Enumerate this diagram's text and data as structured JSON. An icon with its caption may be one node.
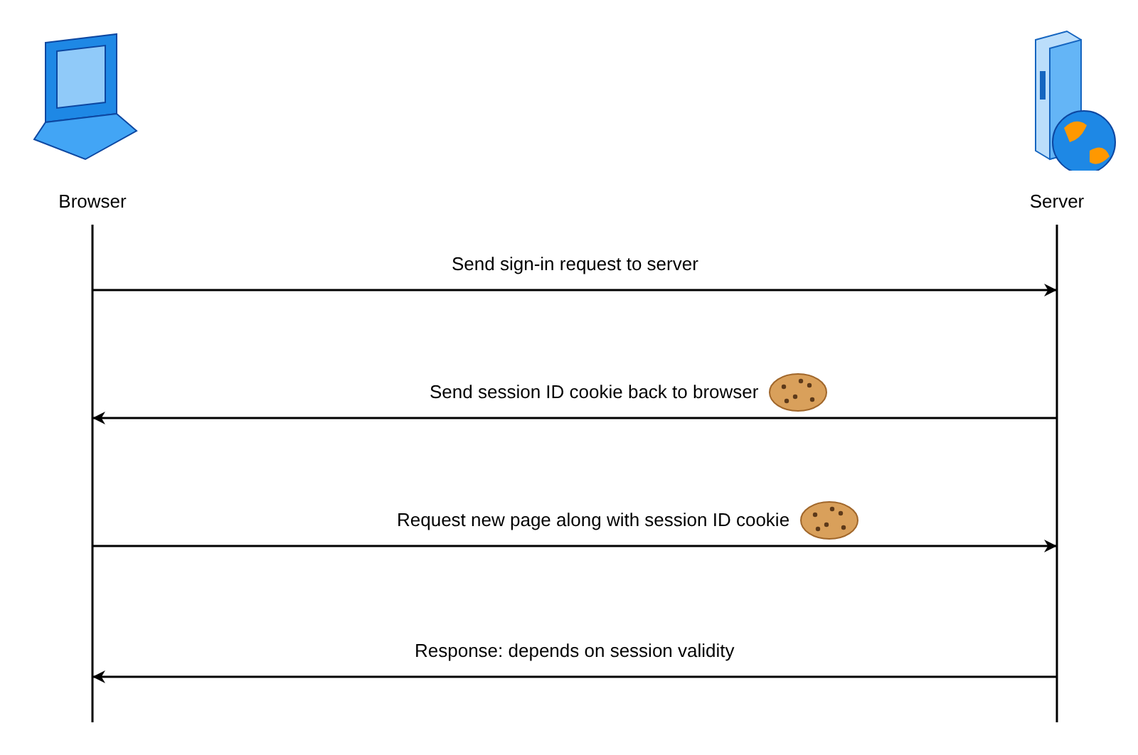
{
  "diagram": {
    "nodes": [
      {
        "text": [
          "Browser"
        ]
      },
      {
        "text": [
          "Server"
        ]
      }
    ],
    "edges": [
      {
        "from": 0,
        "to": 1,
        "arrow": "to",
        "label": "Send sign-in request to server"
      },
      {
        "from": 1,
        "to": 0,
        "arrow": "to",
        "label": "Send session ID cookie back to browser"
      },
      {
        "from": 0,
        "to": 1,
        "arrow": "to",
        "label": "Request new page along with session ID cookie"
      },
      {
        "from": 1,
        "to": 0,
        "arrow": "to",
        "label": "Response: depends on session validity"
      }
    ]
  }
}
